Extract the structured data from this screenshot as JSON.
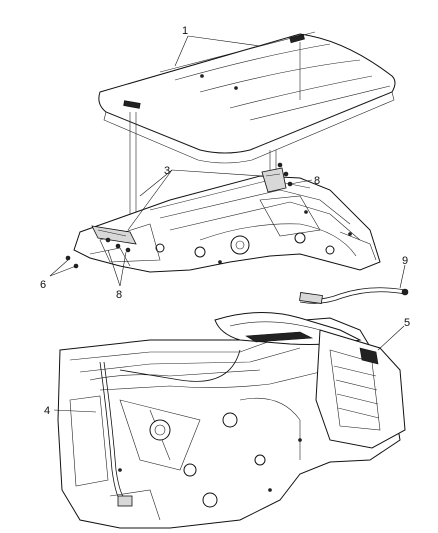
{
  "callouts": {
    "c1": "1",
    "c3": "3",
    "c4": "4",
    "c5": "5",
    "c6": "6",
    "c8a": "8",
    "c8b": "8",
    "c9": "9"
  }
}
